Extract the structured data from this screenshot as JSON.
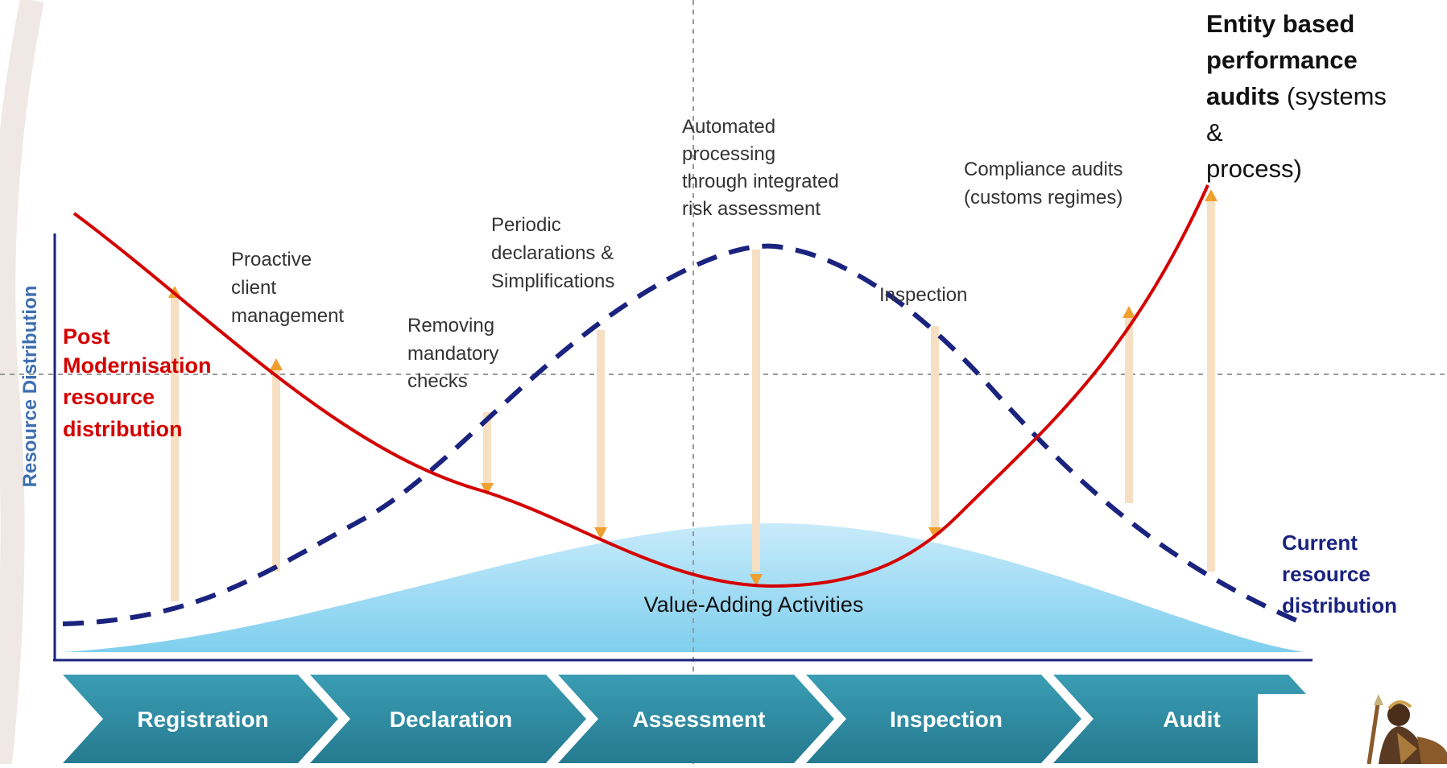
{
  "y_axis_label": "Resource Distribution",
  "post_label": [
    "Post",
    "Modernisation",
    "resource",
    "distribution"
  ],
  "current_label": [
    "Current",
    "resource",
    "distribution"
  ],
  "value_adding_label": "Value-Adding Activities",
  "entity_audits": {
    "bold_lines": [
      "Entity based",
      "performance",
      "audits"
    ],
    "rest_line3": " (systems",
    "rest_lines": [
      "&",
      "process)"
    ]
  },
  "annotations": {
    "proactive": [
      "Proactive",
      "client",
      "management"
    ],
    "removing": [
      "Removing",
      "mandatory",
      "checks"
    ],
    "periodic": [
      "Periodic",
      "declarations &",
      "Simplifications"
    ],
    "automated": [
      "Automated",
      "processing",
      "through integrated",
      "risk assessment"
    ],
    "inspection": [
      "Inspection"
    ],
    "compliance": [
      "Compliance audits",
      "(customs regimes)"
    ]
  },
  "steps": [
    "Registration",
    "Declaration",
    "Assessment",
    "Inspection",
    "Audit"
  ],
  "colors": {
    "post_curve": "#d40000",
    "current_curve": "#1a237e",
    "axis": "#1a237e",
    "y_label": "#3d6fb0",
    "step_fill": "#2e8ba1",
    "arrow_marker": "#f0a030",
    "arrow_shaft": "#f6dfc2"
  }
}
